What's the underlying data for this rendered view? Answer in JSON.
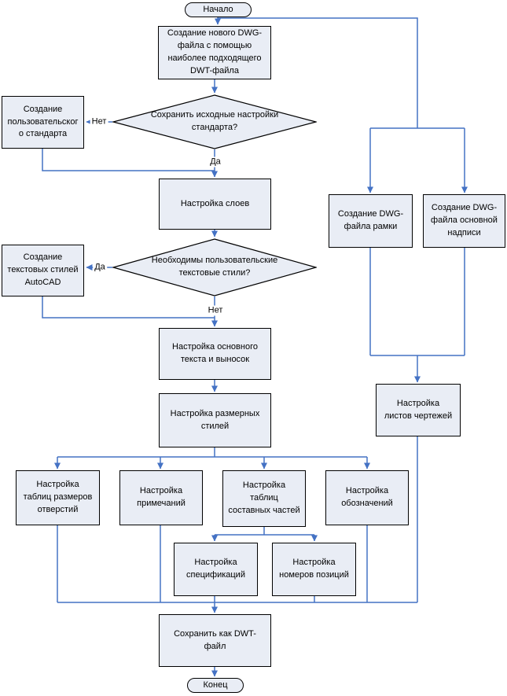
{
  "diagram": {
    "type": "flowchart",
    "language": "ru",
    "nodes": {
      "start": {
        "shape": "terminator",
        "label": "Начало"
      },
      "create_dwg": {
        "shape": "process",
        "label": "Создание нового DWG-\nфайла с помощью\nнаиболее подходящего\nDWT-файла"
      },
      "keep_standard": {
        "shape": "decision",
        "label": "Сохранить исходные настройки\nстандарта?"
      },
      "custom_standard": {
        "shape": "process",
        "label": "Создание\nпользовательског\nо стандарта"
      },
      "layers": {
        "shape": "process",
        "label": "Настройка слоев"
      },
      "need_text_styles": {
        "shape": "decision",
        "label": "Необходимы пользовательские\nтекстовые стили?"
      },
      "autocad_text_styles": {
        "shape": "process",
        "label": "Создание\nтекстовых стилей\nAutoCAD"
      },
      "main_text_leaders": {
        "shape": "process",
        "label": "Настройка основного\nтекста и выносок"
      },
      "dim_styles": {
        "shape": "process",
        "label": "Настройка размерных\nстилей"
      },
      "hole_tables": {
        "shape": "process",
        "label": "Настройка\nтаблиц размеров\nотверстий"
      },
      "notes": {
        "shape": "process",
        "label": "Настройка\nпримечаний"
      },
      "component_tables": {
        "shape": "process",
        "label": "Настройка\nтаблиц\nсоставных частей"
      },
      "designations": {
        "shape": "process",
        "label": "Настройка\nобозначений"
      },
      "specifications": {
        "shape": "process",
        "label": "Настройка\nспецификаций"
      },
      "item_numbers": {
        "shape": "process",
        "label": "Настройка\nномеров позиций"
      },
      "frame_dwg": {
        "shape": "process",
        "label": "Создание DWG-\nфайла рамки"
      },
      "title_block_dwg": {
        "shape": "process",
        "label": "Создание DWG-\nфайла основной\nнадписи"
      },
      "drawing_sheets": {
        "shape": "process",
        "label": "Настройка\nлистов чертежей"
      },
      "save_dwt": {
        "shape": "process",
        "label": "Сохранить как DWT-\nфайл"
      },
      "end": {
        "shape": "terminator",
        "label": "Конец"
      }
    },
    "edge_labels": {
      "keep_standard_no": "Нет",
      "keep_standard_yes": "Да",
      "need_styles_yes": "Да",
      "need_styles_no": "Нет"
    },
    "colors": {
      "node_fill": "#e9edf5",
      "node_border": "#000000",
      "connector": "#4472c4",
      "text": "#000000",
      "label_bg": "#ffffff",
      "canvas_bg": "#ffffff"
    }
  }
}
